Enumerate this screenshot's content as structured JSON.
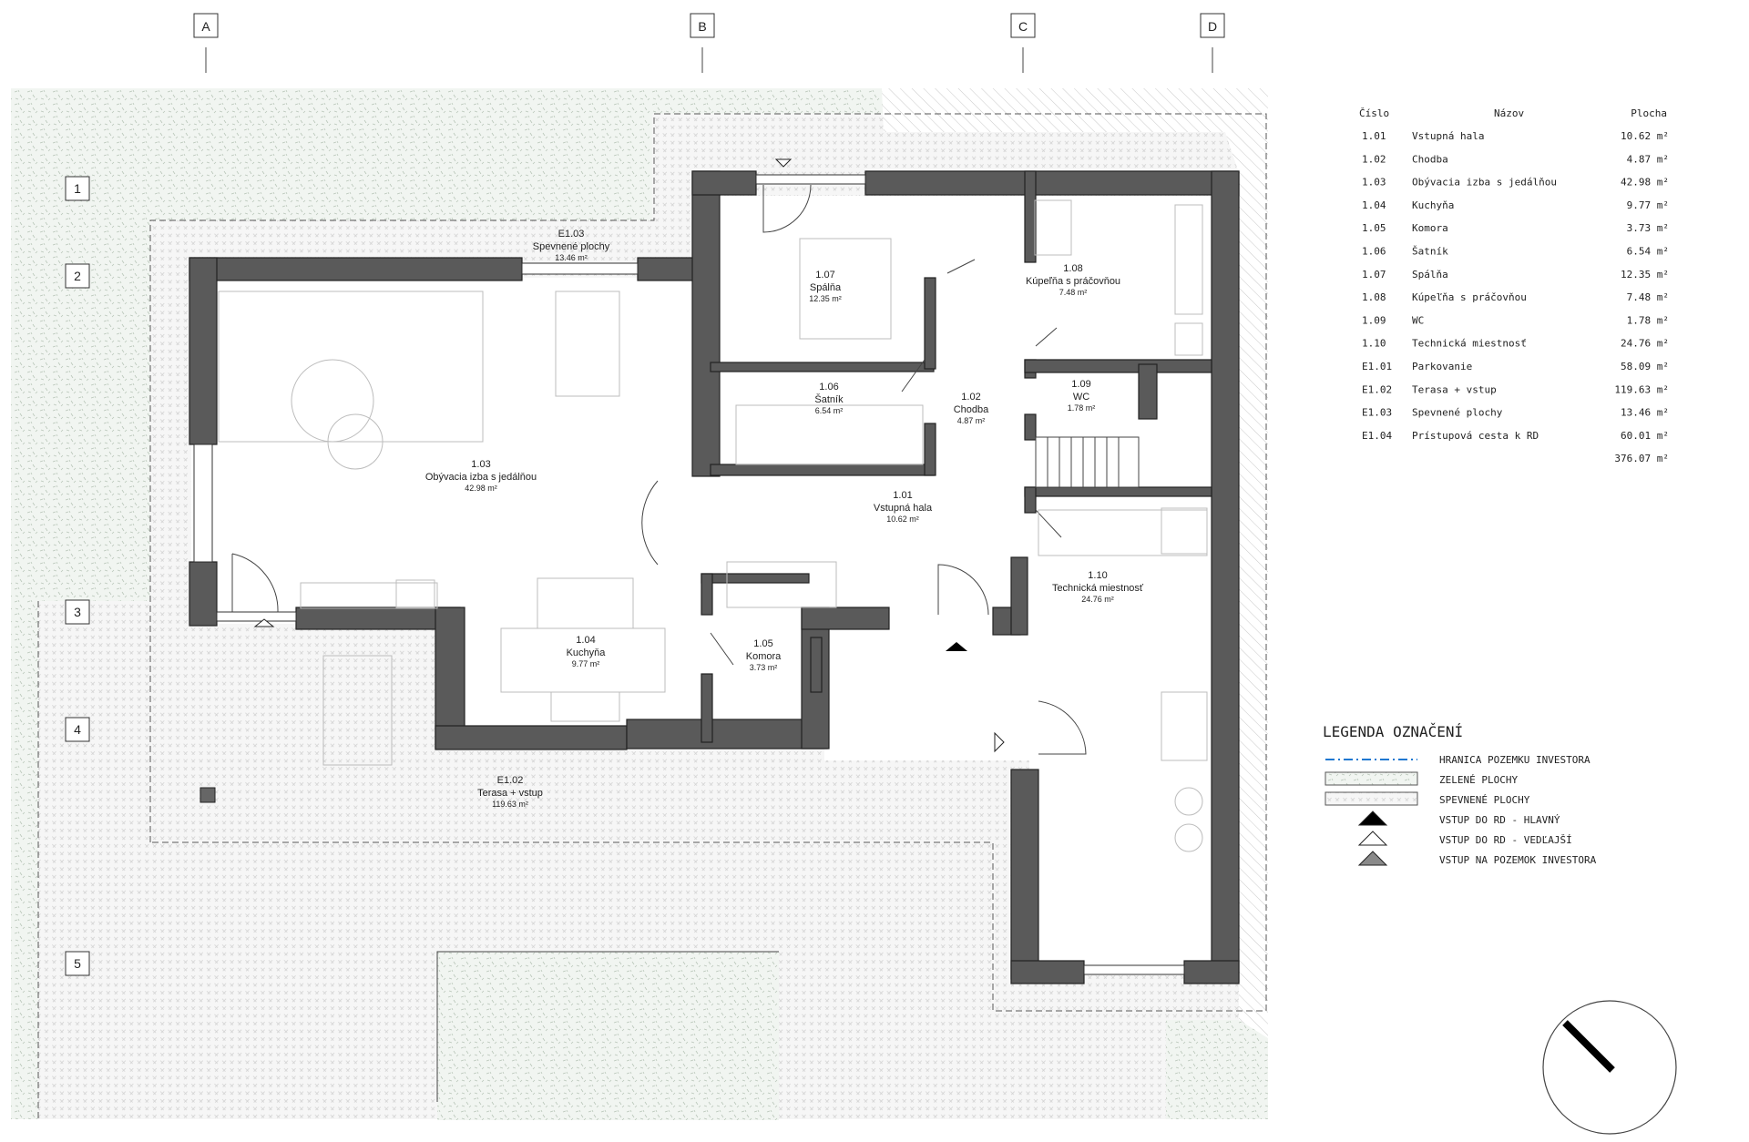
{
  "grid": {
    "columns": [
      "A",
      "B",
      "C",
      "D"
    ],
    "rows": [
      "1",
      "2",
      "3",
      "4",
      "5"
    ]
  },
  "rooms": [
    {
      "key": "r101",
      "number": "1.01",
      "name": "Vstupná hala",
      "area": "10.62 m²"
    },
    {
      "key": "r102",
      "number": "1.02",
      "name": "Chodba",
      "area": "4.87 m²"
    },
    {
      "key": "r103",
      "number": "1.03",
      "name": "Obývacia izba s jedálňou",
      "area": "42.98 m²"
    },
    {
      "key": "r104",
      "number": "1.04",
      "name": "Kuchyňa",
      "area": "9.77 m²"
    },
    {
      "key": "r105",
      "number": "1.05",
      "name": "Komora",
      "area": "3.73 m²"
    },
    {
      "key": "r106",
      "number": "1.06",
      "name": "Šatník",
      "area": "6.54 m²"
    },
    {
      "key": "r107",
      "number": "1.07",
      "name": "Spálňa",
      "area": "12.35 m²"
    },
    {
      "key": "r108",
      "number": "1.08",
      "name": "Kúpeľňa s práčovňou",
      "area": "7.48 m²"
    },
    {
      "key": "r109",
      "number": "1.09",
      "name": "WC",
      "area": "1.78 m²"
    },
    {
      "key": "r110",
      "number": "1.10",
      "name": "Technická miestnosť",
      "area": "24.76 m²"
    },
    {
      "key": "e102",
      "number": "E1.02",
      "name": "Terasa + vstup",
      "area": "119.63 m²"
    },
    {
      "key": "e103",
      "number": "E1.03",
      "name": "Spevnené plochy",
      "area": "13.46 m²"
    }
  ],
  "schedule": {
    "headers": {
      "number": "Číslo",
      "name": "Názov",
      "area": "Plocha"
    },
    "rows": [
      {
        "number": "1.01",
        "name": "Vstupná hala",
        "area": "10.62 m²"
      },
      {
        "number": "1.02",
        "name": "Chodba",
        "area": "4.87 m²"
      },
      {
        "number": "1.03",
        "name": "Obývacia izba s jedálňou",
        "area": "42.98 m²"
      },
      {
        "number": "1.04",
        "name": "Kuchyňa",
        "area": "9.77 m²"
      },
      {
        "number": "1.05",
        "name": "Komora",
        "area": "3.73 m²"
      },
      {
        "number": "1.06",
        "name": "Šatník",
        "area": "6.54 m²"
      },
      {
        "number": "1.07",
        "name": "Spálňa",
        "area": "12.35 m²"
      },
      {
        "number": "1.08",
        "name": "Kúpeľňa s práčovňou",
        "area": "7.48 m²"
      },
      {
        "number": "1.09",
        "name": "WC",
        "area": "1.78 m²"
      },
      {
        "number": "1.10",
        "name": "Technická miestnosť",
        "area": "24.76 m²"
      },
      {
        "number": "E1.01",
        "name": "Parkovanie",
        "area": "58.09 m²"
      },
      {
        "number": "E1.02",
        "name": "Terasa + vstup",
        "area": "119.63 m²"
      },
      {
        "number": "E1.03",
        "name": "Spevnené plochy",
        "area": "13.46 m²"
      },
      {
        "number": "E1.04",
        "name": "Prístupová cesta k RD",
        "area": "60.01 m²"
      }
    ],
    "total": "376.07 m²"
  },
  "legend": {
    "title": "LEGENDA OZNAČENÍ",
    "items": [
      {
        "key": "boundary",
        "label": "HRANICA POZEMKU INVESTORA",
        "color": "#1f78d1"
      },
      {
        "key": "green",
        "label": "ZELENÉ PLOCHY"
      },
      {
        "key": "paved",
        "label": "SPEVNENÉ PLOCHY"
      },
      {
        "key": "main_entry",
        "label": "VSTUP DO RD - HLAVNÝ",
        "color": "#000000"
      },
      {
        "key": "side_entry",
        "label": "VSTUP DO RD - VEDĽAJŠÍ",
        "color": "#ffffff"
      },
      {
        "key": "plot_entry",
        "label": "VSTUP NA POZEMOK INVESTORA",
        "color": "#8a8a8a"
      }
    ]
  },
  "colors": {
    "wall": "#5a5a5a",
    "green_fill": "#eef3ee",
    "paved_fill": "#f4f4f4"
  }
}
